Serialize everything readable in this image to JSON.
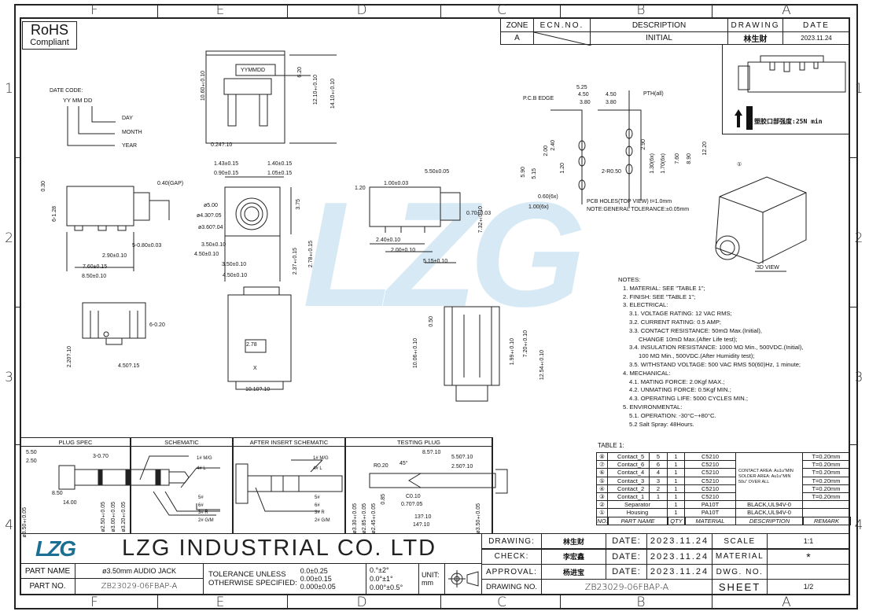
{
  "zones": {
    "columns": [
      "F",
      "E",
      "D",
      "C",
      "B",
      "A"
    ],
    "rows": [
      "1",
      "2",
      "3",
      "4"
    ]
  },
  "rohs": {
    "line1": "RoHS",
    "line2": "Compliant"
  },
  "revision": {
    "headers": [
      "ZONE",
      "ECN.NO.",
      "DESCRIPTION",
      "DRAWING",
      "DATE"
    ],
    "row": [
      "A",
      "",
      "INITIAL",
      "林生财",
      "2023.11.24"
    ]
  },
  "top_right_note": "塑胶口部强度:25N min",
  "watermark": "LZG",
  "date_code": {
    "title": "DATE CODE:",
    "fields": "YY  MM  DD",
    "day": "DAY",
    "month": "MONTH",
    "year": "YEAR"
  },
  "dims": {
    "top_view": [
      "YYMMDD",
      "6.20",
      "10.60±0.10",
      "12.10±0.10",
      "14.10±0.10",
      "0.24?.10"
    ],
    "left_side": [
      "0.30",
      "6-1.28",
      "0.40(GAP)",
      "5-0.80±0.03",
      "2.90±0.10",
      "7.60±0.15",
      "8.50±0.10"
    ],
    "front": [
      "1.43±0.15",
      "1.40±0.15",
      "0.90±0.15",
      "1.05±0.15",
      "ø5.00",
      "ø4.30?.05",
      "ø3.60?.04",
      "3.75",
      "3.50±0.10",
      "4.50±0.10",
      "2.37±0.15",
      "2.78±0.15",
      "3.50±0.10",
      "4.50±0.10"
    ],
    "mid_side": [
      "1.20",
      "1.00±0.03",
      "5.50±0.05",
      "0.70±0.03",
      "7.32±0.10",
      "2.40±0.10",
      "2.00±0.10",
      "5.15±0.10"
    ],
    "pcb": [
      "P.C.B EDGE",
      "5.25",
      "4.50",
      "4.50",
      "3.80",
      "3.80",
      "PTH(all)",
      "5.90",
      "5.15",
      "2.00",
      "2.40",
      "1.20",
      "2.90",
      "1.30(6x)",
      "1.70(6x)",
      "7.60",
      "8.90",
      "12.20",
      "2-R0.50",
      "0.60(6x)",
      "1.00(6x)",
      "PCB HOLES(TOP VIEW) t=1.0mm",
      "NOTE:GENERAL TOLERANCE:±0.05mm"
    ],
    "bottom_left": [
      "6-0.20",
      "2.20?.10",
      "4.50?.15"
    ],
    "bottom_center": [
      "2.78",
      "10.10?.10",
      "X"
    ],
    "right_side": [
      "0.50",
      "10.06±0.10",
      "1.99±0.10",
      "7.20±0.10",
      "12.54±0.10"
    ],
    "view3d": [
      "①",
      "3D VIEW"
    ]
  },
  "notes": [
    "NOTES:",
    "1. MATERIAL: SEE \"TABLE 1\";",
    "2. FINISH: SEE \"TABLE 1\";",
    "3. ELECTRICAL:",
    "3.1. VOLTAGE RATING: 12 VAC RMS;",
    "3.2. CURRENT RATING: 0.5 AMP;",
    "3.3. CONTACT RESISTANCE: 50mΩ Max.(Initial),",
    "CHANGE 10mΩ Max.(After Life test);",
    "3.4. INSULATION RESISTANCE: 1000 MΩ Min., 500VDC.(Initial),",
    "100 MΩ Min., 500VDC.(After Humidity test);",
    "3.5. WITHSTAND VOLTAGE: 500 VAC RMS 50(60)Hz, 1 minute;",
    "4. MECHANICAL:",
    "4.1. MATING FORCE: 2.0Kgf MAX.;",
    "4.2. UNMATING FORCE: 0.5Kgf MIN.;",
    "4.3. OPERATING LIFE: 5000 CYCLES MIN.;",
    "5. ENVIRONMENTAL:",
    "5.1. OPERATION: -30°C~+80°C.",
    "5.2 Salt Spray: 48Hours."
  ],
  "table1": {
    "title": "TABLE 1:",
    "headers": [
      "NO.",
      "PART NAME",
      "QTY",
      "MATERIAL",
      "DESCRIPTION",
      "REMARK"
    ],
    "rows": [
      [
        "⑧",
        "Contact_5",
        "5",
        "1",
        "C5210",
        "T=0.20mm"
      ],
      [
        "⑦",
        "Contact_6",
        "6",
        "1",
        "C5210",
        "T=0.20mm"
      ],
      [
        "⑥",
        "Contact_4",
        "4",
        "1",
        "C5210",
        "T=0.20mm"
      ],
      [
        "⑤",
        "Contact_3",
        "3",
        "1",
        "C5210",
        "T=0.20mm"
      ],
      [
        "④",
        "Contact_2",
        "2",
        "1",
        "C5210",
        "T=0.20mm"
      ],
      [
        "③",
        "Contact_1",
        "1",
        "1",
        "C5210",
        "T=0.20mm"
      ],
      [
        "②",
        "Separator",
        "",
        "1",
        "PA10T",
        "BLACK,UL94V-0"
      ],
      [
        "①",
        "Housing",
        "",
        "1",
        "PA10T",
        "BLACK,UL94V-0"
      ]
    ],
    "contact_desc": [
      "CONTACT AREA: Au1u\"MIN",
      "SOLDER AREA: Au1u\"MIN",
      "50u\" OVER ALL"
    ]
  },
  "plug_sections": {
    "titles": [
      "PLUG SPEC",
      "SCHEMATIC",
      "AFTER INSERT SCHEMATIC",
      "TESTING PLUG"
    ],
    "plug_spec": [
      "5.50",
      "2.50",
      "3-0.70",
      "8.50",
      "14.00",
      "ø3.50±0.05",
      "ø2.50±0.05",
      "ø3.00±0.05",
      "ø3.20±0.05"
    ],
    "pins": [
      "1# M/G",
      "4# L",
      "5#",
      "6#",
      "3# R",
      "2# G/M"
    ],
    "testing": [
      "8.5?.10",
      "5.50?.10",
      "2.50?.10",
      "R0.20",
      "45°",
      "C0.10",
      "0.70?.05",
      "13?.10",
      "14?.10",
      "ø3.30±0.05",
      "ø2.85±0.05",
      "ø2.45±0.05",
      "0.85",
      "ø3.50±0.05"
    ]
  },
  "title_block": {
    "logo": "LZG",
    "company": "LZG  INDUSTRIAL  CO.  LTD",
    "part_name_label": "PART NAME",
    "part_name": "ø3.50mm AUDIO JACK",
    "part_no_label": "PART NO.",
    "part_no": "ZB23029-06FBAP-A",
    "tolerance_label1": "TOLERANCE UNLESS",
    "tolerance_label2": "OTHERWISE SPECIFIED:",
    "tol_linear": [
      "0.0±0.25",
      "0.00±0.15",
      "0.000±0.05"
    ],
    "tol_angle": [
      "0.°±2°",
      "0.0°±1°",
      "0.00°±0.5°"
    ],
    "unit_label": "UNIT:",
    "unit": "mm",
    "drawing_label": "DRAWING:",
    "drawing_by": "林生财",
    "check_label": "CHECK:",
    "check_by": "李宏鑫",
    "approval_label": "APPROVAL:",
    "approval_by": "杨进宝",
    "date_label": "DATE:",
    "date": "2023.11.24",
    "scale_label": "SCALE",
    "scale": "1:1",
    "material_label": "MATERIAL",
    "material": "*",
    "dwg_no_label": "DWG. NO.",
    "dwg_no": "",
    "drawing_no_label": "DRAWING NO.",
    "drawing_no": "ZB23029-06FBAP-A",
    "sheet_label": "SHEET",
    "sheet": "1/2"
  }
}
